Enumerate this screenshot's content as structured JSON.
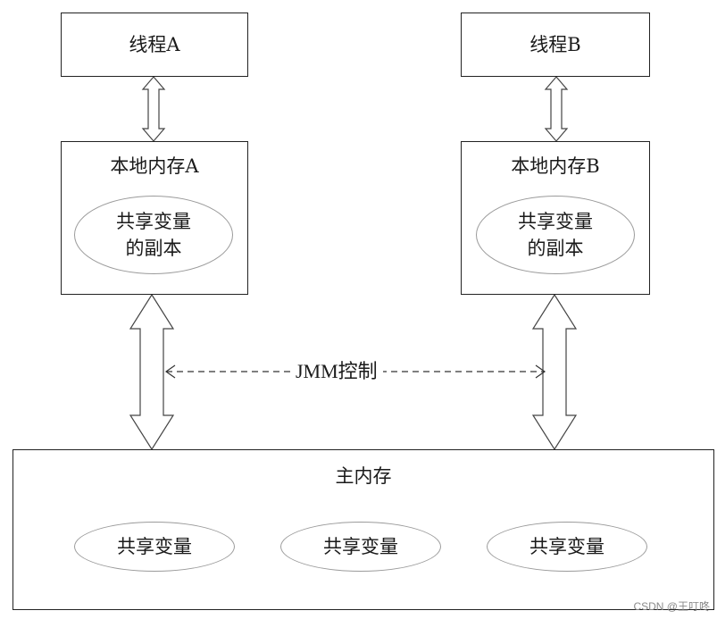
{
  "thread_a": {
    "title": "线程A"
  },
  "thread_b": {
    "title": "线程B"
  },
  "local_a": {
    "title": "本地内存A",
    "copy_line1": "共享变量",
    "copy_line2": "的副本"
  },
  "local_b": {
    "title": "本地内存B",
    "copy_line1": "共享变量",
    "copy_line2": "的副本"
  },
  "jmm_label": "JMM控制",
  "main_memory": {
    "title": "主内存",
    "variables": [
      "共享变量",
      "共享变量",
      "共享变量"
    ]
  },
  "watermark": "CSDN @王叮咚",
  "colors": {
    "stroke": "#222222",
    "ellipse_stroke": "#9a9a9a",
    "text": "#1a1a1a"
  }
}
